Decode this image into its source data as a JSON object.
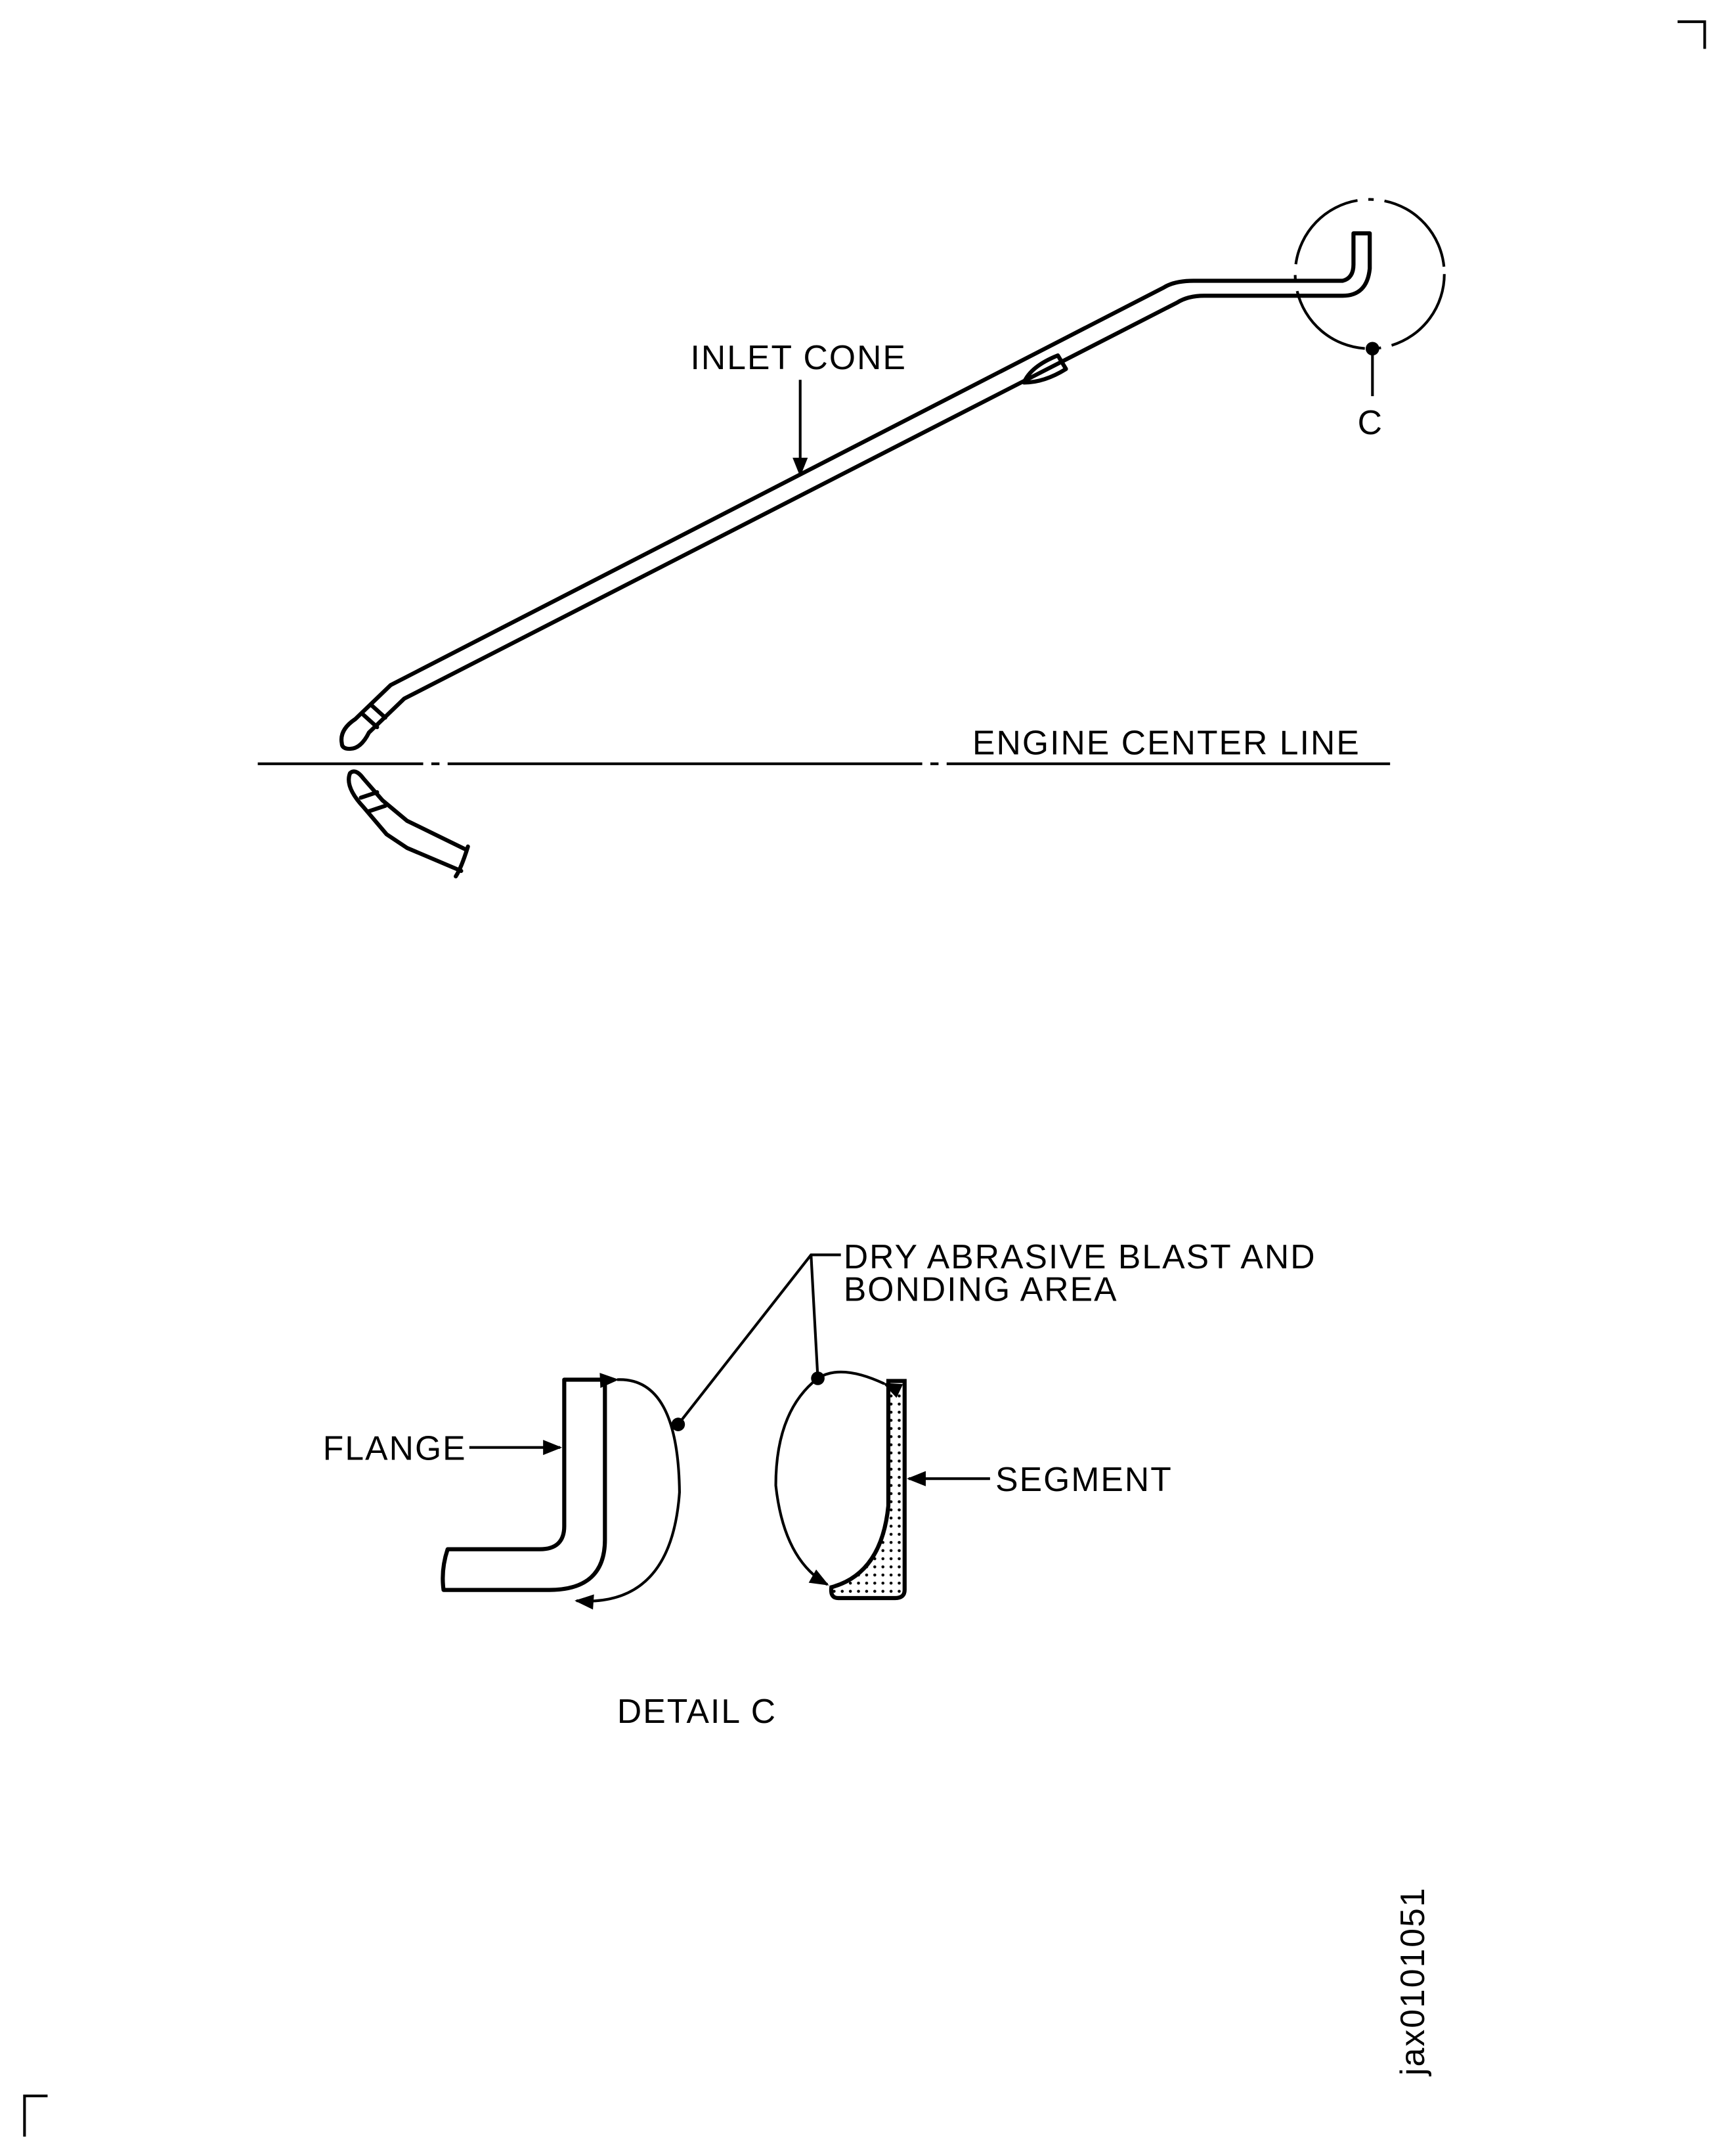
{
  "labels": {
    "inlet_cone": "INLET CONE",
    "detail_ref": "C",
    "engine_center_line": "ENGINE CENTER LINE",
    "callout_line1": "DRY ABRASIVE BLAST AND",
    "callout_line2": "BONDING AREA",
    "flange": "FLANGE",
    "segment": "SEGMENT",
    "detail_title": "DETAIL  C",
    "figure_id": "jax0101051"
  },
  "colors": {
    "ink": "#000000",
    "background": "#ffffff"
  }
}
